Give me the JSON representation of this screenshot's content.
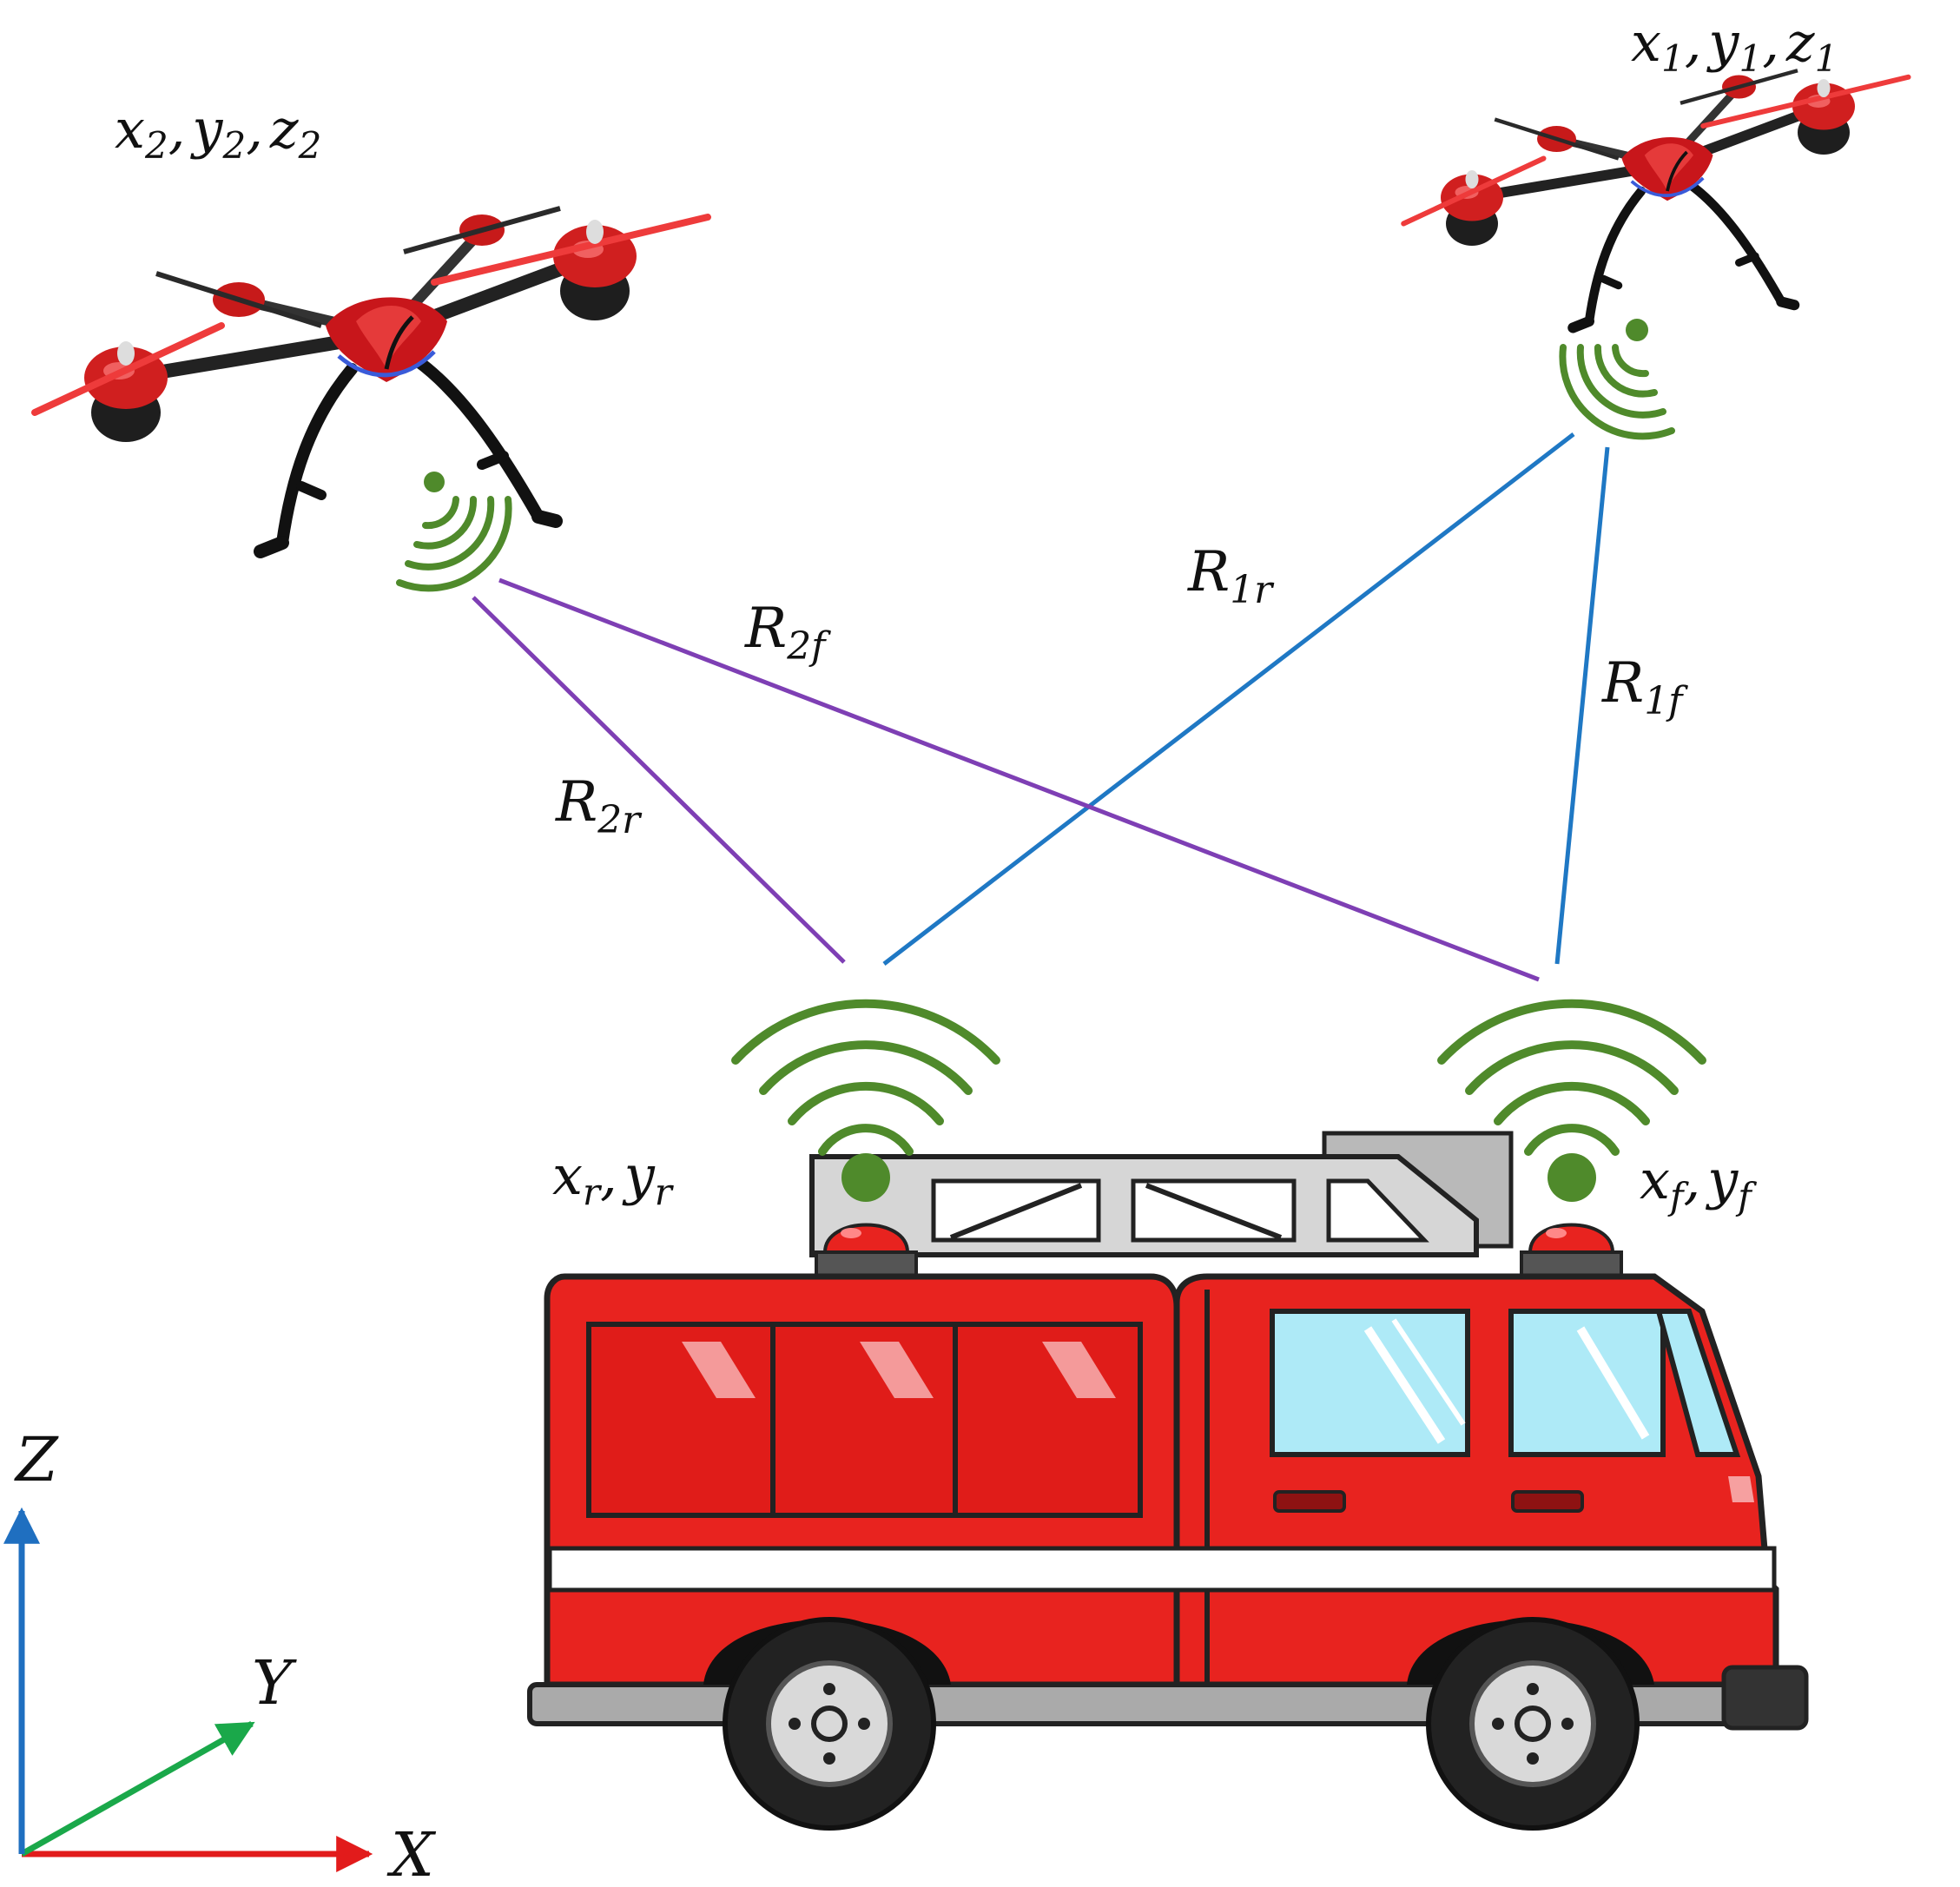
{
  "colors": {
    "link_drone1": "#1f78c4",
    "link_drone2": "#7e3fb4",
    "signal_green": "#4f8a2b",
    "truck_red": "#e8231f",
    "axis_x": "#e21b1b",
    "axis_y": "#1aa84a",
    "axis_z": "#1f6fc0"
  },
  "labels": {
    "drone1": {
      "x": "x",
      "x_sub": "1",
      "y": "y",
      "y_sub": "1",
      "z": "z",
      "z_sub": "1"
    },
    "drone2": {
      "x": "x",
      "x_sub": "2",
      "y": "y",
      "y_sub": "2",
      "z": "z",
      "z_sub": "2"
    },
    "rear": {
      "x": "x",
      "x_sub": "r",
      "y": "y",
      "y_sub": "r"
    },
    "front": {
      "x": "x",
      "x_sub": "f",
      "y": "y",
      "y_sub": "f"
    },
    "sep": ","
  },
  "links": {
    "R1r": {
      "base": "R",
      "sub": "1r"
    },
    "R1f": {
      "base": "R",
      "sub": "1f"
    },
    "R2r": {
      "base": "R",
      "sub": "2r"
    },
    "R2f": {
      "base": "R",
      "sub": "2f"
    }
  },
  "axes": {
    "x": "X",
    "y": "Y",
    "z": "Z"
  },
  "icons": [
    "drone-icon",
    "wifi-signal-icon",
    "fire-truck-icon",
    "axis-triad-icon"
  ]
}
